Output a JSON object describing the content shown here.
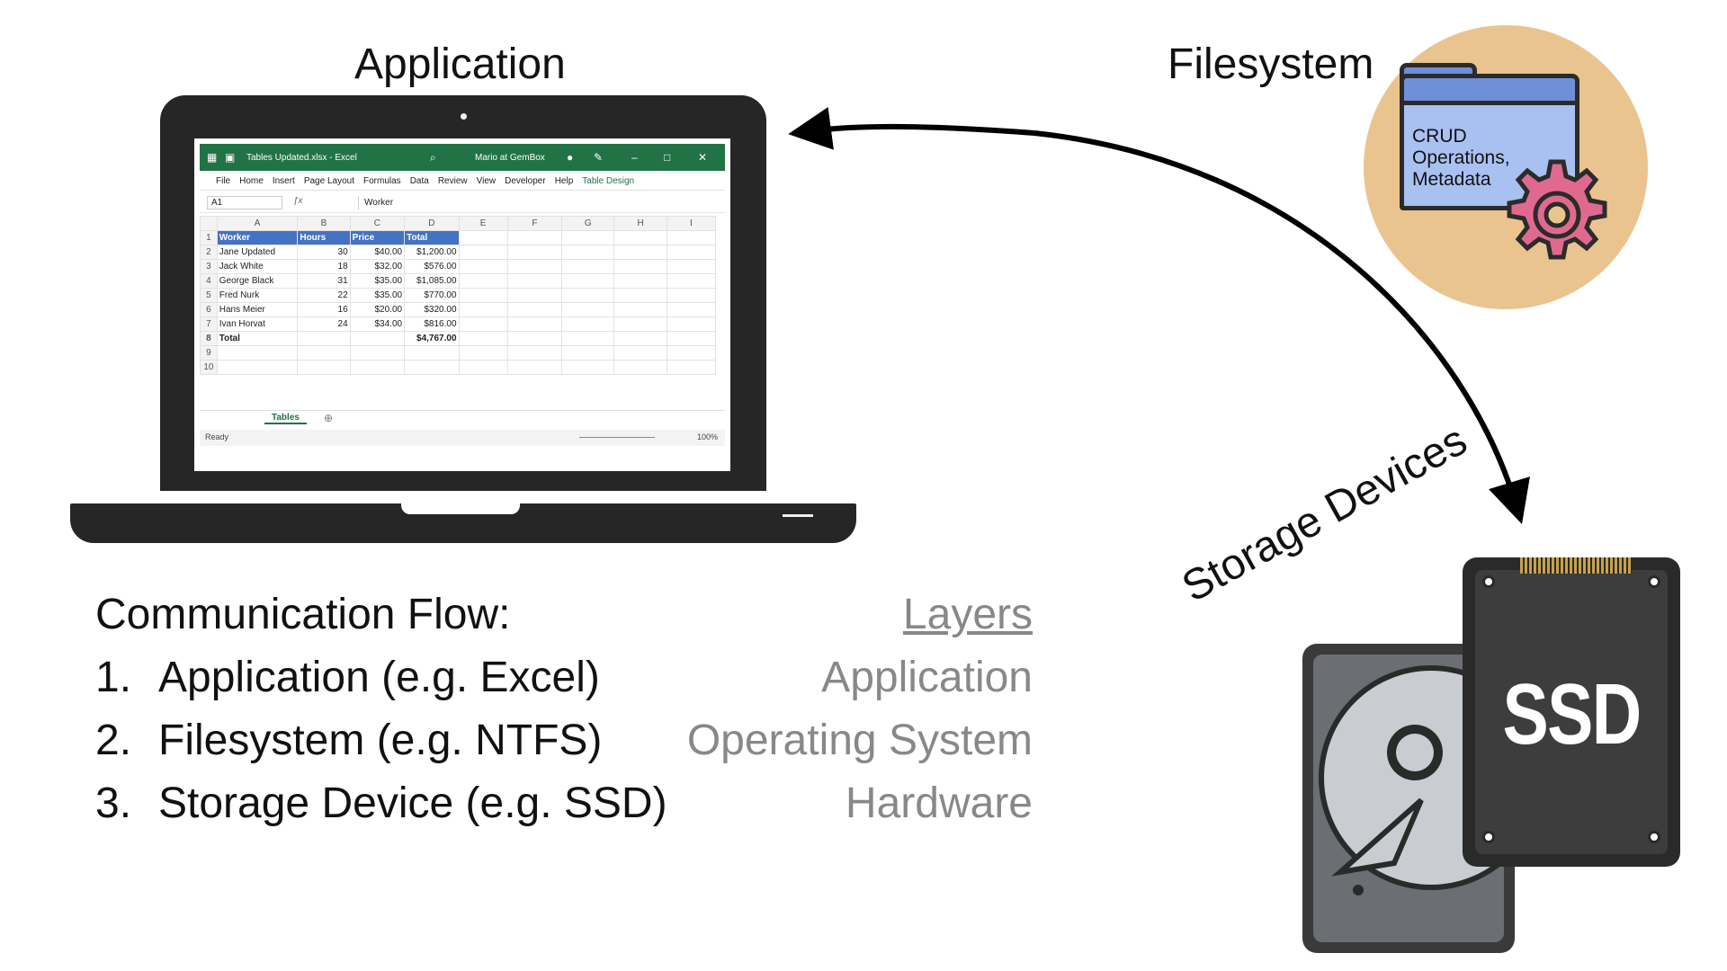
{
  "labels": {
    "application": "Application",
    "filesystem": "Filesystem",
    "storage_devices": "Storage Devices"
  },
  "filesystem_icon": {
    "text_line1": "CRUD",
    "text_line2": "Operations,",
    "text_line3": "Metadata",
    "icons": [
      "folder-icon",
      "gear-icon"
    ],
    "circle_color": "#eac48f",
    "gear_color": "#e06a8f"
  },
  "storage_icons": {
    "ssd_label": "SSD",
    "icons": [
      "hard-drive-icon",
      "ssd-icon"
    ]
  },
  "excel": {
    "title": "Tables Updated.xlsx  -  Excel",
    "user": "Mario at GemBox",
    "ribbon_tabs": [
      "File",
      "Home",
      "Insert",
      "Page Layout",
      "Formulas",
      "Data",
      "Review",
      "View",
      "Developer",
      "Help",
      "Table Design"
    ],
    "name_box": "A1",
    "formula_value": "Worker",
    "columns": [
      "A",
      "B",
      "C",
      "D",
      "E",
      "F",
      "G",
      "H",
      "I"
    ],
    "table_headers": [
      "Worker",
      "Hours",
      "Price",
      "Total"
    ],
    "rows": [
      [
        "Jane Updated",
        "30",
        "$40.00",
        "$1,200.00"
      ],
      [
        "Jack White",
        "18",
        "$32.00",
        "$576.00"
      ],
      [
        "George Black",
        "31",
        "$35.00",
        "$1,085.00"
      ],
      [
        "Fred Nurk",
        "22",
        "$35.00",
        "$770.00"
      ],
      [
        "Hans Meier",
        "16",
        "$20.00",
        "$320.00"
      ],
      [
        "Ivan Horvat",
        "24",
        "$34.00",
        "$816.00"
      ]
    ],
    "total_label": "Total",
    "total_value": "$4,767.00",
    "sheet_tab": "Tables",
    "status": "Ready",
    "zoom": "100%",
    "accent": "#217346",
    "header_fill": "#4472c4"
  },
  "flow": {
    "title": "Communication Flow:",
    "items": [
      {
        "num": "1.",
        "text": "Application (e.g. Excel)"
      },
      {
        "num": "2.",
        "text": "Filesystem (e.g. NTFS)"
      },
      {
        "num": "3.",
        "text": "Storage Device (e.g. SSD)"
      }
    ]
  },
  "layers": {
    "title": "Layers",
    "items": [
      "Application",
      "Operating System",
      "Hardware"
    ]
  }
}
